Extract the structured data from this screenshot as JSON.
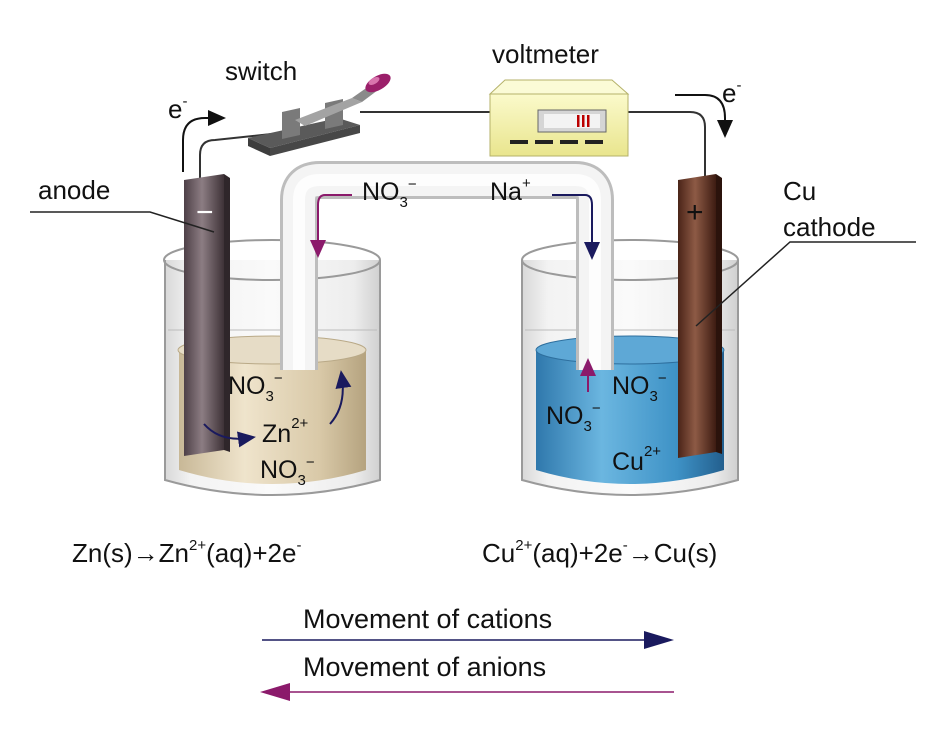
{
  "labels": {
    "switch": "switch",
    "voltmeter": "voltmeter",
    "anode": "anode",
    "cathode_metal": "Cu",
    "cathode": "cathode",
    "electron": "e",
    "electron_charge": "-",
    "anode_sign": "−",
    "cathode_sign": "+"
  },
  "bridge_ions": {
    "left": {
      "base": "NO",
      "sub": "3",
      "sup": "−"
    },
    "right": {
      "base": "Na",
      "sup": "+"
    }
  },
  "left_beaker_ions": {
    "top": {
      "base": "NO",
      "sub": "3",
      "sup": "−"
    },
    "mid": {
      "base": "Zn",
      "sup": "2+"
    },
    "bottom": {
      "base": "NO",
      "sub": "3",
      "sup": "−"
    }
  },
  "right_beaker_ions": {
    "top": {
      "base": "NO",
      "sub": "3",
      "sup": "−"
    },
    "mid": {
      "base": "NO",
      "sub": "3",
      "sup": "−"
    },
    "bottom": {
      "base": "Cu",
      "sup": "2+"
    }
  },
  "equations": {
    "anode": {
      "part1": "Zn(s)→Zn",
      "sup1": "2+",
      "part2": "(aq)+2e",
      "sup2": "-"
    },
    "cathode": {
      "part1": "Cu",
      "sup1": "2+",
      "part2": "(aq)+2e",
      "sup2": "-",
      "part3": "→Cu(s)"
    }
  },
  "movement": {
    "cations": "Movement of cations",
    "anions": "Movement of anions"
  },
  "colors": {
    "cation_arrow": "#1a1a5e",
    "anion_arrow": "#8b1a6b",
    "left_solution": "#d9cbb3",
    "right_solution": "#3d8fc4",
    "voltmeter_body": "#f2f0a8",
    "zinc_electrode": "#6e5e63",
    "copper_electrode": "#6b3a2a",
    "switch_handle": "#9b1f6a"
  }
}
